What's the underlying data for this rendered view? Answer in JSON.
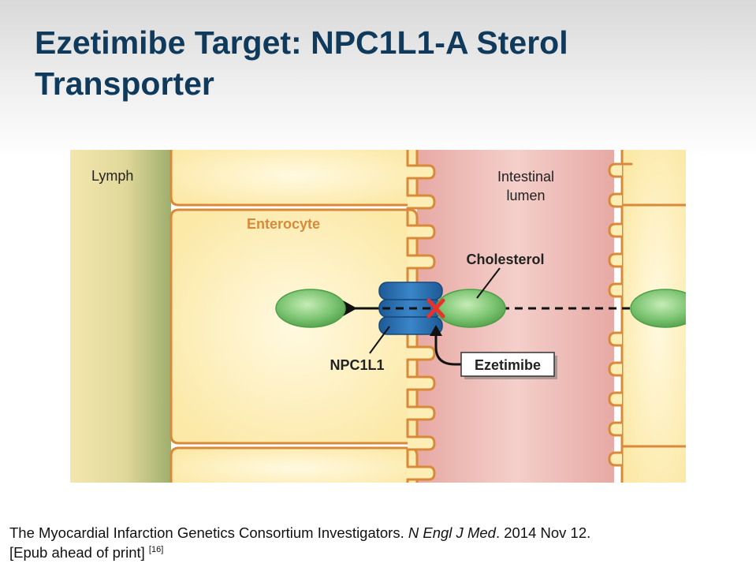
{
  "slide": {
    "title": "Ezetimibe Target: NPC1L1-A Sterol Transporter"
  },
  "diagram": {
    "labels": {
      "lymph": "Lymph",
      "lumen_line1": "Intestinal",
      "lumen_line2": "lumen",
      "enterocyte": "Enterocyte",
      "cholesterol": "Cholesterol",
      "npc1l1": "NPC1L1",
      "ezetimibe": "Ezetimibe"
    },
    "colors": {
      "lymph": "#b8c28a",
      "cell_fill": "#fdeeb6",
      "cell_outline": "#d9893a",
      "lumen": "#f0c2bd",
      "cholesterol": "#7cc472",
      "transporter": "#2f72b6",
      "block_mark": "#e8322b",
      "label_orange": "#d9893a"
    }
  },
  "citation": {
    "authors": "The Myocardial Infarction Genetics Consortium Investigators.",
    "journal": "N Engl J Med",
    "date": ". 2014 Nov 12.",
    "note": "[Epub ahead of print]",
    "ref": "[16]"
  }
}
